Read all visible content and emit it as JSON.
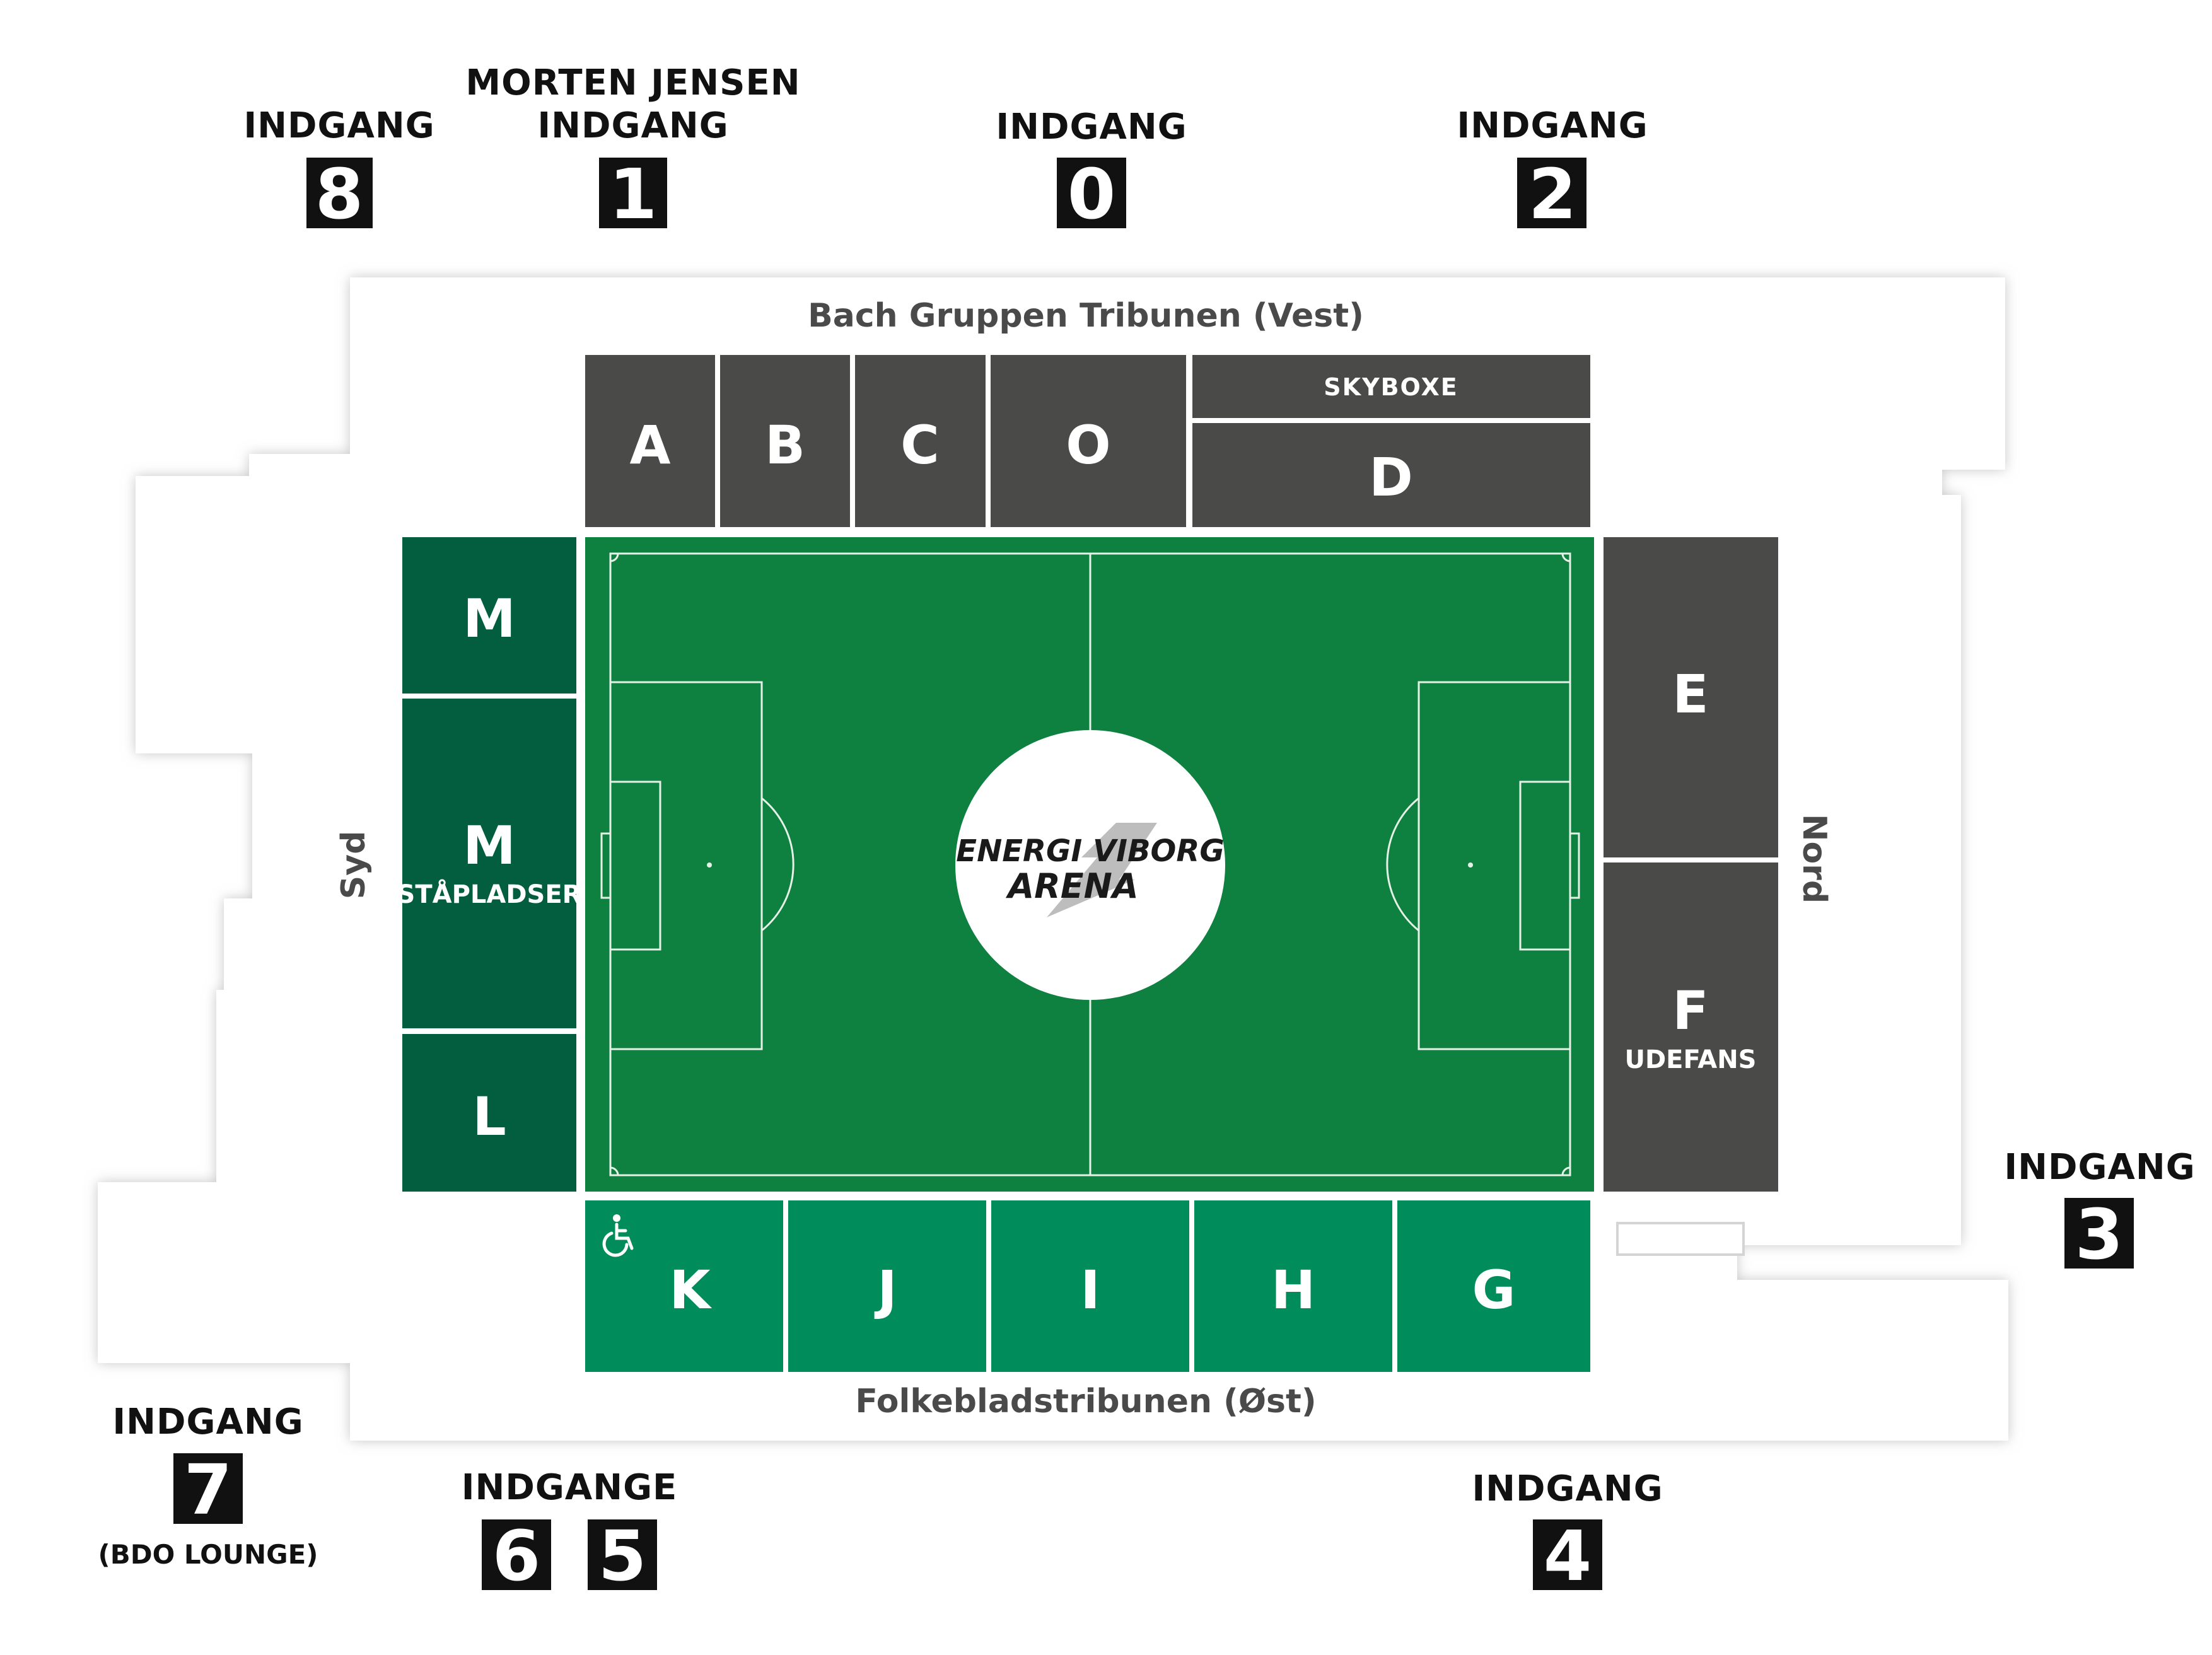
{
  "entrances": [
    {
      "id": "8",
      "lines": [
        "INDGANG"
      ],
      "number": "8"
    },
    {
      "id": "1",
      "lines": [
        "MORTEN JENSEN",
        "INDGANG"
      ],
      "number": "1"
    },
    {
      "id": "0",
      "lines": [
        "INDGANG"
      ],
      "number": "0"
    },
    {
      "id": "2",
      "lines": [
        "INDGANG"
      ],
      "number": "2"
    },
    {
      "id": "3",
      "lines": [
        "INDGANG"
      ],
      "number": "3"
    },
    {
      "id": "4",
      "lines": [
        "INDGANG"
      ],
      "number": "4"
    },
    {
      "id": "7",
      "lines": [
        "INDGANG"
      ],
      "number": "7",
      "sub": "(BDO LOUNGE)"
    },
    {
      "id": "65",
      "lines": [
        "INDGANGE"
      ],
      "numbers": [
        "6",
        "5"
      ]
    }
  ],
  "stands": {
    "west": "Bach Gruppen Tribunen (Vest)",
    "east": "Folkebladstribunen (Øst)",
    "south": "Syd",
    "north": "Nord"
  },
  "sections": {
    "A": "A",
    "B": "B",
    "C": "C",
    "O": "O",
    "skyboxe": "SKYBOXE",
    "D": "D",
    "M1": "M",
    "M2": "M",
    "M2_sub": "STÅPLADSER",
    "L": "L",
    "E": "E",
    "F": "F",
    "F_sub": "UDEFANS",
    "K": "K",
    "J": "J",
    "I": "I",
    "H": "H",
    "G": "G"
  },
  "logo": {
    "line1": "ENERGI VIBORG",
    "line2": "ARENA"
  },
  "icons": {
    "wheelchair": "wheelchair-icon"
  },
  "colors": {
    "dark_grey": "#4a4a49",
    "dark_green": "#035e3f",
    "mid_green": "#018d5b",
    "pitch": "#0e8040",
    "gate_box": "#111111"
  }
}
